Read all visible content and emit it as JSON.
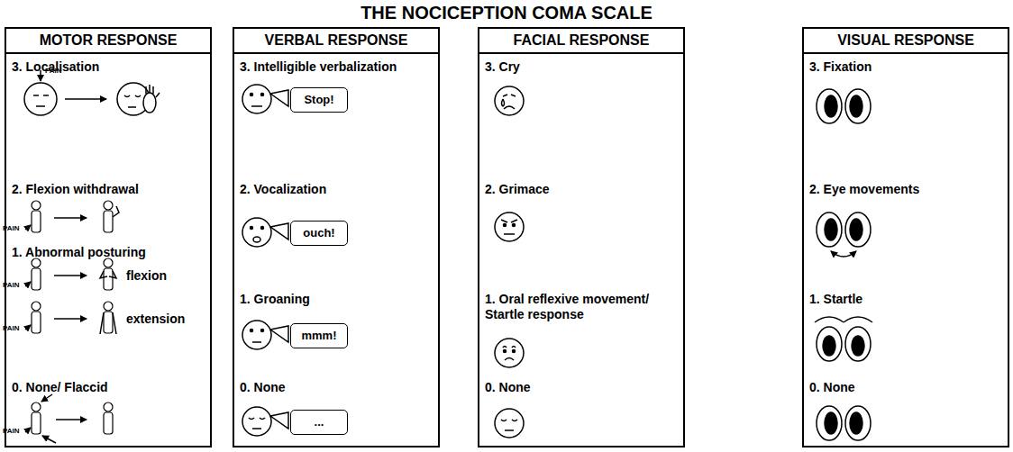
{
  "diagram": {
    "title": "THE NOCICEPTION COMA SCALE",
    "nodes": [
      {
        "text": [
          "MOTOR RESPONSE",
          "3. Localisation",
          "2. Flexion withdrawal",
          "1. Abnormal posturing",
          "0. None/ Flaccid"
        ]
      },
      {
        "text": [
          "VERBAL RESPONSE",
          "3. Intelligible verbalization",
          "2. Vocalization",
          "1. Groaning",
          "0. None"
        ]
      },
      {
        "text": [
          "Stop!"
        ],
        "in": 1
      },
      {
        "text": [
          "ouch!"
        ],
        "in": 1
      },
      {
        "text": [
          "mmm!"
        ],
        "in": 1
      },
      {
        "text": [
          "..."
        ],
        "in": 1
      },
      {
        "text": [
          "FACIAL RESPONSE",
          "3. Cry",
          "2. Grimace",
          "1. Oral reflexive movement/ Startle response",
          "0. None"
        ]
      },
      {
        "text": [
          "VISUAL RESPONSE",
          "3. Fixation",
          "2. Eye movements",
          "1. Startle",
          "0. None"
        ]
      }
    ],
    "labels": [
      "PAIN",
      "PAIN",
      "PAIN",
      "flexion",
      "PAIN",
      "extension",
      "PAIN"
    ]
  }
}
